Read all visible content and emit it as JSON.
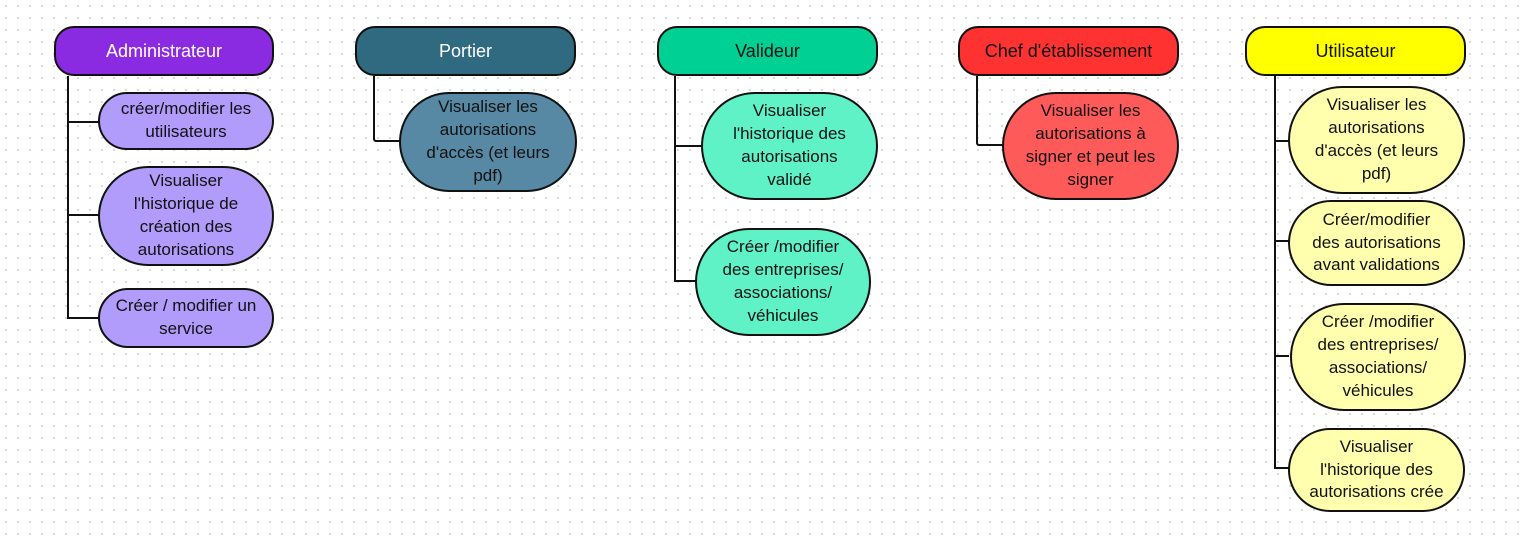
{
  "colors": {
    "administrateur": {
      "header": "#8a2be2",
      "node": "#b19cfc"
    },
    "portier": {
      "header": "#2f6a80",
      "node": "#5889a4"
    },
    "valideur": {
      "header": "#00d094",
      "node": "#5ef2c6"
    },
    "chef": {
      "header": "#ff3232",
      "node": "#ff5a5a"
    },
    "utilisateur": {
      "header": "#ffff00",
      "node": "#ffffae"
    }
  },
  "roles": {
    "administrateur": {
      "title": "Administrateur",
      "tasks": [
        "créer/modifier les\nutilisateurs",
        "Visualiser\nl'historique de\ncréation des\nautorisations",
        "Créer / modifier un\nservice"
      ]
    },
    "portier": {
      "title": "Portier",
      "tasks": [
        "Visualiser les\nautorisations\nd'accès (et leurs\npdf)"
      ]
    },
    "valideur": {
      "title": "Valideur",
      "tasks": [
        "Visualiser\nl'historique des\nautorisations\nvalidé",
        "Créer /modifier\ndes entreprises/\nassociations/\nvéhicules"
      ]
    },
    "chef": {
      "title": "Chef d'établissement",
      "tasks": [
        "Visualiser les\nautorisations à\nsigner et peut les\nsigner"
      ]
    },
    "utilisateur": {
      "title": "Utilisateur",
      "tasks": [
        "Visualiser les\nautorisations\nd'accès (et leurs\npdf)",
        "Créer/modifier\ndes autorisations\navant validations",
        "Créer /modifier\ndes entreprises/\nassociations/\nvéhicules",
        "Visualiser\nl'historique des\nautorisations crée"
      ]
    }
  }
}
